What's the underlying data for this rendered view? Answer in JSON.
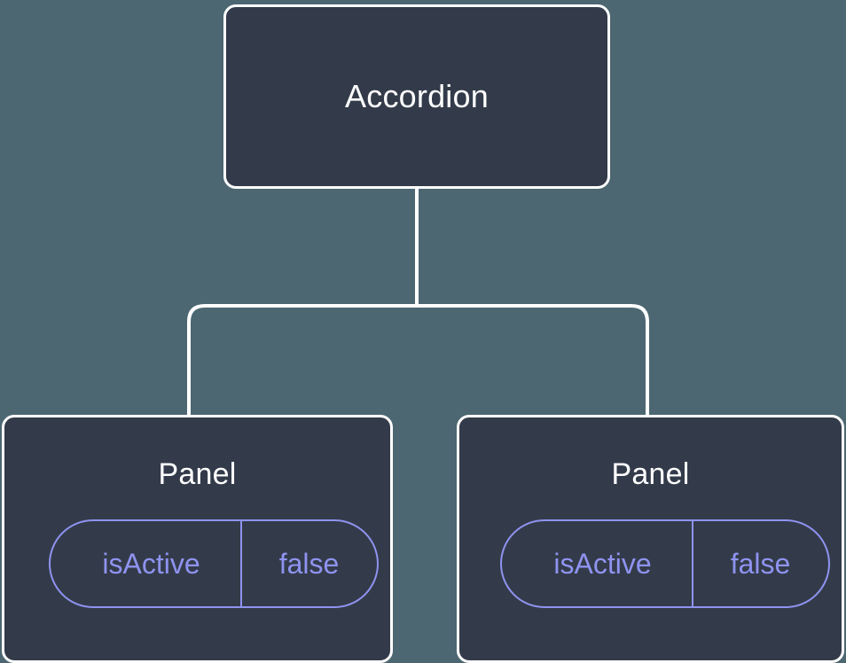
{
  "theme": {
    "canvas_background": "#4d6772",
    "node_fill": "#333b4a",
    "node_border": "#ffffff",
    "edge_color": "#ffffff",
    "title_color": "#ffffff",
    "prop_color": "#8f93f0"
  },
  "tree": {
    "root": {
      "title": "Accordion"
    },
    "children": [
      {
        "title": "Panel",
        "prop": {
          "key": "isActive",
          "value": "false"
        }
      },
      {
        "title": "Panel",
        "prop": {
          "key": "isActive",
          "value": "false"
        }
      }
    ]
  }
}
